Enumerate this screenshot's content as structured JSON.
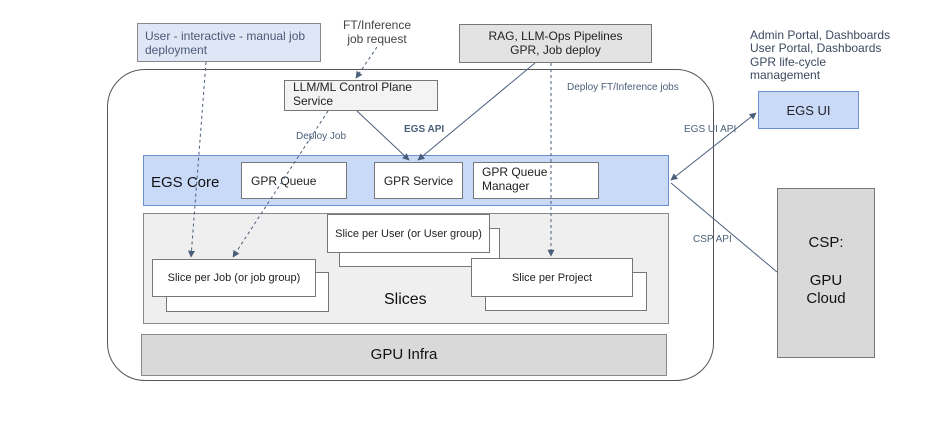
{
  "nodes": {
    "user_interactive": "User - interactive - manual job\ndeployment",
    "ft_inference": "FT/Inference\njob request",
    "rag_pipelines": "RAG, LLM-Ops Pipelines\nGPR, Job deploy",
    "admin_portal": "Admin Portal, Dashboards\nUser Portal, Dashboards\nGPR life-cycle\nmanagement",
    "egs_ui": "EGS UI",
    "control_plane": "LLM/ML Control Plane\nService",
    "egs_core": "EGS Core",
    "gpr_queue": "GPR Queue",
    "gpr_service": "GPR Service",
    "gpr_queue_manager": "GPR Queue\nManager",
    "slice_per_user": "Slice per User (or User group)",
    "slice_per_job": "Slice per Job (or job group)",
    "slice_per_project": "Slice per Project",
    "slices": "Slices",
    "gpu_infra": "GPU Infra",
    "csp": "CSP:\n\nGPU\nCloud"
  },
  "edge_labels": {
    "deploy_job": "Deploy Job",
    "egs_api": "EGS API",
    "deploy_ft": "Deploy FT/Inference jobs",
    "egs_ui_api": "EGS UI API",
    "csp_api": "CSP API"
  },
  "colors": {
    "core_fill": "#c9daf8",
    "core_border": "#6d8fd0",
    "user_fill": "#dfe6f5",
    "gray_fill": "#d9d9d9",
    "slices_fill": "#efefef",
    "edge_color": "#4a5f7a"
  }
}
